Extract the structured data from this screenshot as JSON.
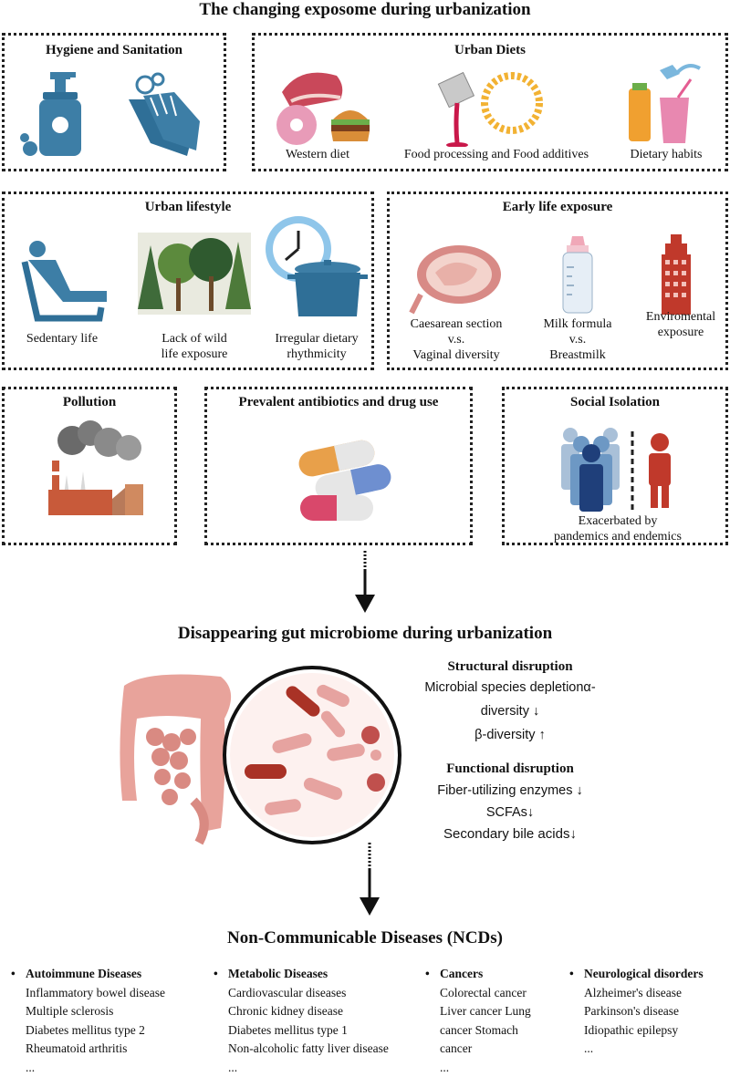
{
  "main_title": "The changing exposome during urbanization",
  "boxes": {
    "hygiene": {
      "title": "Hygiene and Sanitation"
    },
    "diets": {
      "title": "Urban Diets",
      "labels": [
        "Western diet",
        "Food processing and Food additives",
        "Dietary habits"
      ]
    },
    "lifestyle": {
      "title": "Urban lifestyle",
      "labels": [
        "Sedentary life",
        "Lack of wild\nlife exposure",
        "Irregular dietary\nrhythmicity"
      ]
    },
    "early": {
      "title": "Early life exposure",
      "labels": [
        "Caesarean section\nv.s.\nVaginal diversity",
        "Milk formula\nv.s.\nBreastmilk",
        "Enviromental\nexposure"
      ]
    },
    "pollution": {
      "title": "Pollution"
    },
    "antibiotics": {
      "title": "Prevalent antibiotics and drug use"
    },
    "isolation": {
      "title": "Social Isolation",
      "caption": "Exacerbated by\npandemics and endemics"
    }
  },
  "microbiome": {
    "title": "Disappearing gut microbiome during urbanization",
    "structural": {
      "heading": "Structural disruption",
      "lines": [
        "Microbial species depletionα-",
        "diversity ↓",
        "β-diversity ↑"
      ]
    },
    "functional": {
      "heading": "Functional disruption",
      "lines": [
        "Fiber-utilizing enzymes ↓",
        "SCFAs↓",
        "Secondary bile acids↓"
      ]
    }
  },
  "ncds": {
    "title": "Non-Communicable Diseases (NCDs)",
    "columns": [
      {
        "heading": "Autoimmune Diseases",
        "items": [
          "Inflammatory bowel disease",
          "Multiple sclerosis",
          "Diabetes mellitus type 2",
          "Rheumatoid arthritis",
          "..."
        ]
      },
      {
        "heading": "Metabolic Diseases",
        "items": [
          "Cardiovascular diseases",
          "Chronic kidney disease",
          "Diabetes mellitus type 1",
          "Non-alcoholic fatty liver disease",
          "..."
        ]
      },
      {
        "heading": "Cancers",
        "items": [
          "Colorectal cancer",
          "Liver  cancer Lung",
          "cancer Stomach",
          "cancer",
          "..."
        ]
      },
      {
        "heading": "Neurological disorders",
        "items": [
          "Alzheimer's disease",
          "Parkinson's disease",
          "Idiopathic epilepsy",
          "..."
        ]
      }
    ]
  },
  "colors": {
    "dotted_border": "#222222",
    "hand_blue": "#3d7ea6",
    "bottle_blue": "#2f6f97",
    "pill_orange": "#e8a04a",
    "pill_blue": "#6e8fd0",
    "pill_pink": "#d9486b",
    "person_red": "#c0392b",
    "gut_pink": "#e8a39b",
    "arrow": "#111111"
  }
}
